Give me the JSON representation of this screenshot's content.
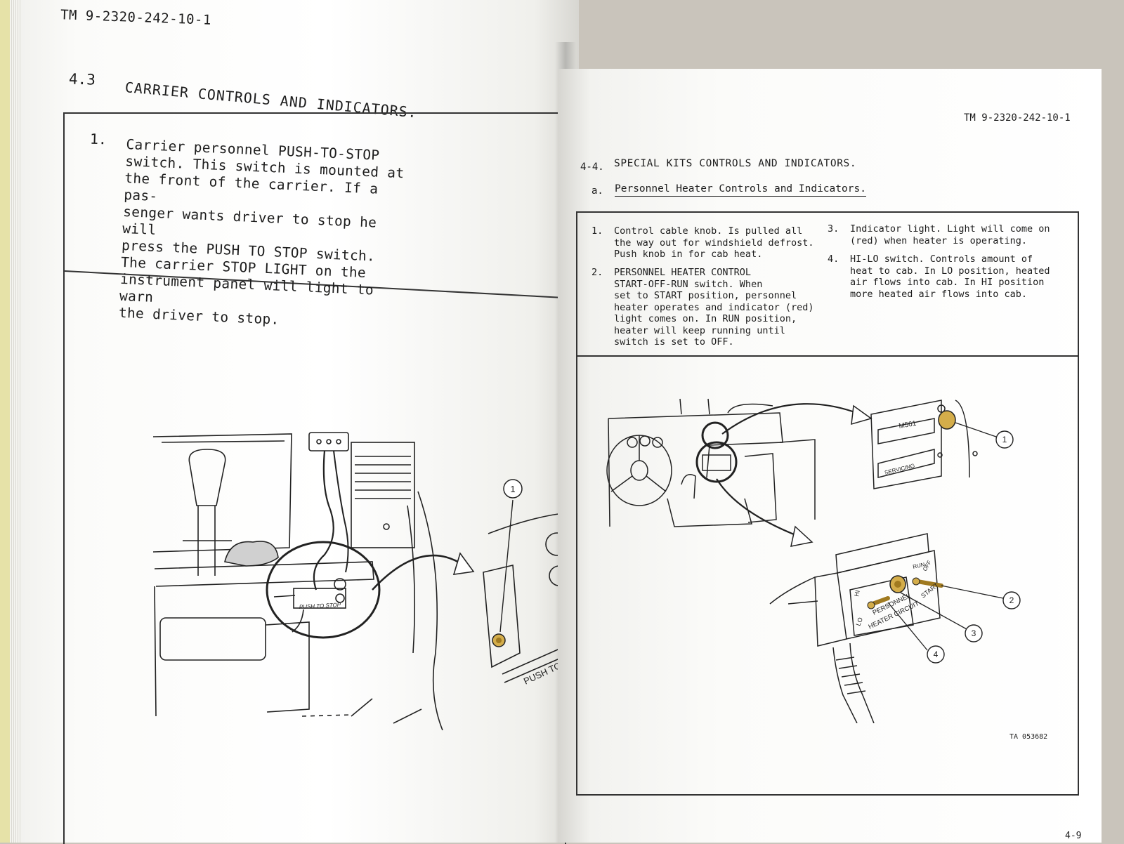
{
  "left_page": {
    "tm_number": "TM 9-2320-242-10-1",
    "section_number": "4.3",
    "section_title": "CARRIER CONTROLS AND INDICATORS.",
    "item_number": "1.",
    "item_lines": [
      "Carrier personnel PUSH-TO-STOP",
      "switch.  This switch is mounted at",
      "the front of the carrier.  If a pas-",
      "senger wants driver to stop he will",
      "press the PUSH TO STOP switch.",
      "The carrier STOP LIGHT on the",
      "instrument panel will light to warn",
      "the driver to stop."
    ],
    "illustration": {
      "callout": "1",
      "switch_label": "PUSH TO STOP",
      "closeup_label": "PUSH TO ST"
    }
  },
  "right_page": {
    "tm_number": "TM 9-2320-242-10-1",
    "section_number": "4-4.",
    "section_title": "SPECIAL KITS CONTROLS AND INDICATORS.",
    "sub_letter": "a.",
    "sub_title": "Personnel Heater Controls and Indicators.",
    "items": [
      {
        "num": "1.",
        "lines": [
          "Control cable knob.  Is pulled all",
          "the way out for windshield defrost.",
          "Push knob in for cab heat."
        ]
      },
      {
        "num": "2.",
        "lines": [
          "PERSONNEL HEATER CONTROL",
          "START-OFF-RUN switch.  When",
          "set to START position, personnel",
          "heater operates and indicator (red)",
          "light comes on.  In RUN position,",
          "heater will keep running until",
          "switch is set to OFF."
        ]
      },
      {
        "num": "3.",
        "lines": [
          "Indicator light.  Light will come on",
          "(red) when heater is operating."
        ]
      },
      {
        "num": "4.",
        "lines": [
          "HI-LO switch.  Controls amount of",
          "heat to cab.  In LO position, heated",
          "air flows into cab.  In HI position",
          "more heated air flows into cab."
        ]
      }
    ],
    "illustration": {
      "callouts": [
        "1",
        "2",
        "3",
        "4"
      ],
      "panel_model": "M561",
      "panel_servicing": "SERVICING",
      "switch_labels": {
        "hi": "HI",
        "lo": "LO",
        "run": "RUN",
        "off": "OFF",
        "start": "START"
      },
      "circuit_label_1": "PERSONNEL",
      "circuit_label_2": "HEATER CIRCUIT"
    },
    "ta_number": "TA 053682",
    "page_number": "4-9"
  },
  "colors": {
    "ink": "#1d1d1d",
    "paper": "#ffffff",
    "highlight_brass": "#d4ad4a"
  }
}
